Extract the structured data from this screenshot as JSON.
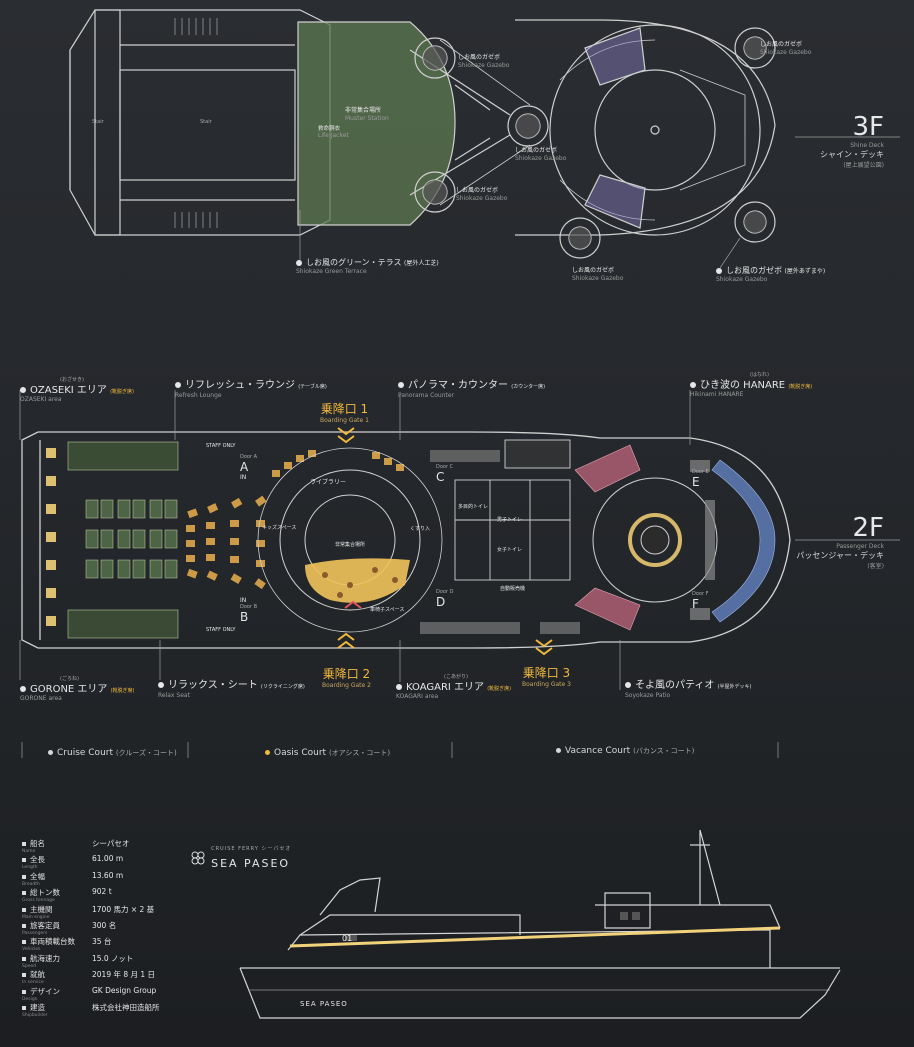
{
  "floor3": {
    "number": "3F",
    "sub": "Shine Deck",
    "name": "シャイン・デッキ",
    "note": "(屋上展望公園)",
    "labels": {
      "terrace": "しお風のグリーン・テラス",
      "terrace_note": "(屋外人工芝)",
      "terrace_sub": "Shiokaze Green Terrace",
      "gazebo": "しお風のガゼボ",
      "gazebo_note": "(屋外あずまや)",
      "gazebo_sub": "Shiokaze Gazebo",
      "muster": "非常集合場所",
      "muster_sub": "Muster Station",
      "lifejacket": "救命胴衣",
      "lifejacket_sub": "Life Jacket",
      "gazebo_small": "しお風のガゼボ",
      "gazebo_small_sub": "Shiokaze Gazebo",
      "stair1": "Stair",
      "stair2": "Stair"
    }
  },
  "floor2": {
    "number": "2F",
    "sub": "Passenger Deck",
    "name": "パッセンジャー・デッキ",
    "note": "(客室)",
    "areas": {
      "ozaseki": "OZASEKI エリア",
      "ozaseki_ruby": "(おざせき)",
      "ozaseki_tag": "(靴脱ぎ席)",
      "ozaseki_sub": "OZASEKI area",
      "refresh": "リフレッシュ・ラウンジ",
      "refresh_note": "(テーブル席)",
      "refresh_sub": "Refresh Lounge",
      "panorama": "パノラマ・カウンター",
      "panorama_note": "(カウンター席)",
      "panorama_sub": "Panorama Counter",
      "hanare": "ひき波の HANARE",
      "hanare_ruby": "(はなれ)",
      "hanare_tag": "(靴脱ぎ席)",
      "hanare_sub": "Hikinami HANARE",
      "gorone": "GORONE エリア",
      "gorone_ruby": "(ごろね)",
      "gorone_tag": "(靴脱ぎ席)",
      "gorone_sub": "GORONE area",
      "relax": "リラックス・シート",
      "relax_note": "(リクライニング席)",
      "relax_sub": "Relax Seat",
      "koagari": "KOAGARI エリア",
      "koagari_ruby": "(こあがり)",
      "koagari_tag": "(靴脱ぎ席)",
      "koagari_sub": "KOAGARI area",
      "patio": "そよ風のパティオ",
      "patio_note": "(半屋外デッキ)",
      "patio_sub": "Soyokaze Patio"
    },
    "gates": {
      "g1": "乗降口 1",
      "g1_sub": "Boarding Gate 1",
      "g2": "乗降口 2",
      "g2_sub": "Boarding Gate 2",
      "g3": "乗降口 3",
      "g3_sub": "Boarding Gate 3"
    },
    "doors": [
      "Door A",
      "Door B",
      "Door C",
      "Door D",
      "Door E",
      "Door F"
    ],
    "door_letters": [
      "A",
      "B",
      "C",
      "D",
      "E",
      "F"
    ],
    "in_label": "IN",
    "staff": "STAFF ONLY",
    "interior": {
      "library": "ライブラリー",
      "muster": "非常集合場所",
      "kids": "キッズスペース",
      "wheelchair": "車椅子スペース",
      "multi_toilet": "多目的トイレ",
      "toilet_m": "男子トイレ",
      "toilet_f": "女子トイレ",
      "kusuri": "くすり入",
      "vending": "自動販売機"
    },
    "courts": {
      "cruise": "Cruise Court",
      "cruise_jp": "(クルーズ・コート)",
      "oasis": "Oasis Court",
      "oasis_jp": "(オアシス・コート)",
      "vacance": "Vacance Court",
      "vacance_jp": "(バカンス・コート)"
    }
  },
  "specs": [
    {
      "k": "船名",
      "ksub": "Name",
      "v": "シーパセオ"
    },
    {
      "k": "全長",
      "ksub": "Length",
      "v": "61.00 m"
    },
    {
      "k": "全幅",
      "ksub": "Breadth",
      "v": "13.60 m"
    },
    {
      "k": "総トン数",
      "ksub": "Gross tonnage",
      "v": "902 t"
    },
    {
      "k": "主機関",
      "ksub": "Main engine",
      "v": "1700 馬力 × 2 基"
    },
    {
      "k": "旅客定員",
      "ksub": "Passengers",
      "v": "300 名"
    },
    {
      "k": "車両積載台数",
      "ksub": "Vehicles",
      "v": "35 台"
    },
    {
      "k": "航海速力",
      "ksub": "Speed",
      "v": "15.0 ノット"
    },
    {
      "k": "就航",
      "ksub": "In service",
      "v": "2019 年 8 月 1 日"
    },
    {
      "k": "デザイン",
      "ksub": "Design",
      "v": "GK Design Group"
    },
    {
      "k": "建造",
      "ksub": "Shipbuilder",
      "v": "株式会社神田造船所"
    }
  ],
  "brand": {
    "small": "CRUISE FERRY シーパセオ",
    "name": "SEA PASEO",
    "hull_name": "SEA PASEO",
    "bow_label": "01"
  },
  "colors": {
    "accent": "#f0b93d",
    "green": "#5d7a52",
    "purple": "#8a7ec4",
    "pink": "#d9708a",
    "blue": "#6c8ed6",
    "line": "#cfcfcf"
  }
}
